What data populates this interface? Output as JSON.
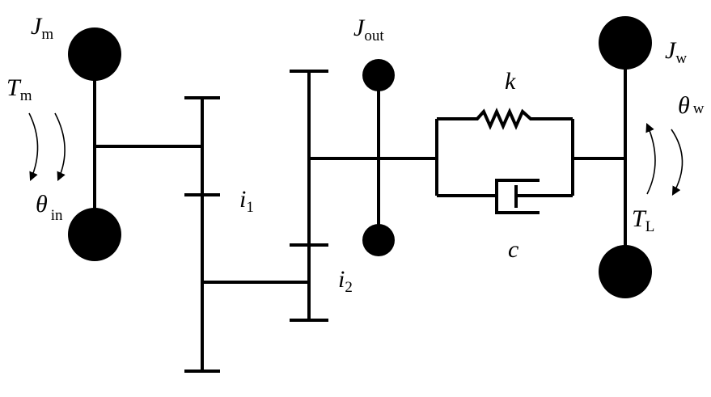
{
  "labels": {
    "motor_inertia": {
      "symbol": "J",
      "subscript": "m"
    },
    "motor_torque": {
      "symbol": "T",
      "subscript": "m"
    },
    "input_angle": {
      "symbol": "θ",
      "subscript": "in"
    },
    "gear_ratio_1": {
      "symbol": "i",
      "subscript": "1"
    },
    "gear_ratio_2": {
      "symbol": "i",
      "subscript": "2"
    },
    "output_inertia": {
      "symbol": "J",
      "subscript": "out"
    },
    "stiffness": {
      "symbol": "k"
    },
    "damping": {
      "symbol": "c"
    },
    "wheel_inertia": {
      "symbol": "J",
      "subscript": "w"
    },
    "wheel_angle": {
      "symbol": "θ",
      "subscript": "w"
    },
    "load_torque": {
      "symbol": "T",
      "subscript": "L"
    }
  },
  "colors": {
    "stroke": "#000000",
    "fill": "#000000",
    "background": "#ffffff"
  }
}
